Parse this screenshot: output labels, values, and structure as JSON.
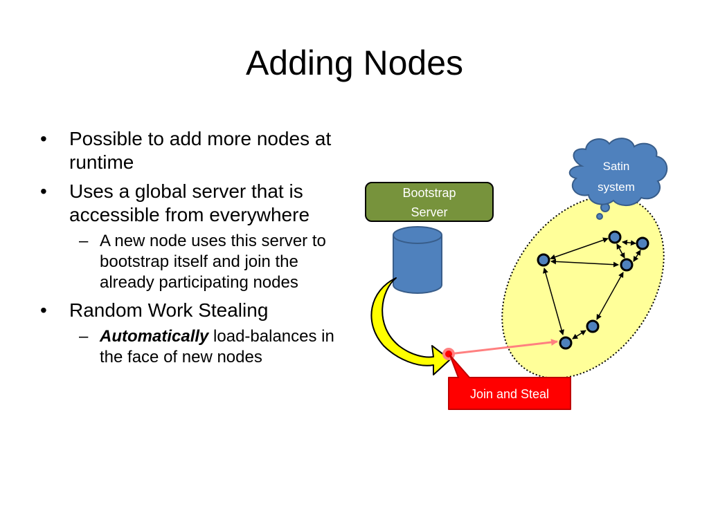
{
  "slide": {
    "title": "Adding Nodes"
  },
  "bullets": [
    {
      "marker": "•",
      "text": "Possible to add more nodes at runtime",
      "sub": []
    },
    {
      "marker": "•",
      "text": "Uses a global server that is accessible from everywhere",
      "sub": [
        {
          "marker": "–",
          "emph": "",
          "text": "A new node uses this server to bootstrap itself and join the already participating nodes"
        }
      ]
    },
    {
      "marker": "•",
      "text": "Random Work Stealing",
      "sub": [
        {
          "marker": "–",
          "emph": "Automatically",
          "text": " load-balances in the face of new nodes"
        }
      ]
    }
  ],
  "diagram": {
    "bootstrap_label_line1": "Bootstrap",
    "bootstrap_label_line2": "Server",
    "cloud_label_line1": "Satin",
    "cloud_label_line2": "system",
    "join_label": "Join and Steal",
    "colors": {
      "bootstrap_fill": "#77933c",
      "database_fill": "#4f81bd",
      "cloud_fill": "#4f81bd",
      "ellipse_fill": "#ffff99",
      "node_fill": "#4f81bd",
      "arrow_yellow": "#ffff00",
      "join_box_fill": "#ff0000",
      "join_line": "#ff8080"
    }
  }
}
